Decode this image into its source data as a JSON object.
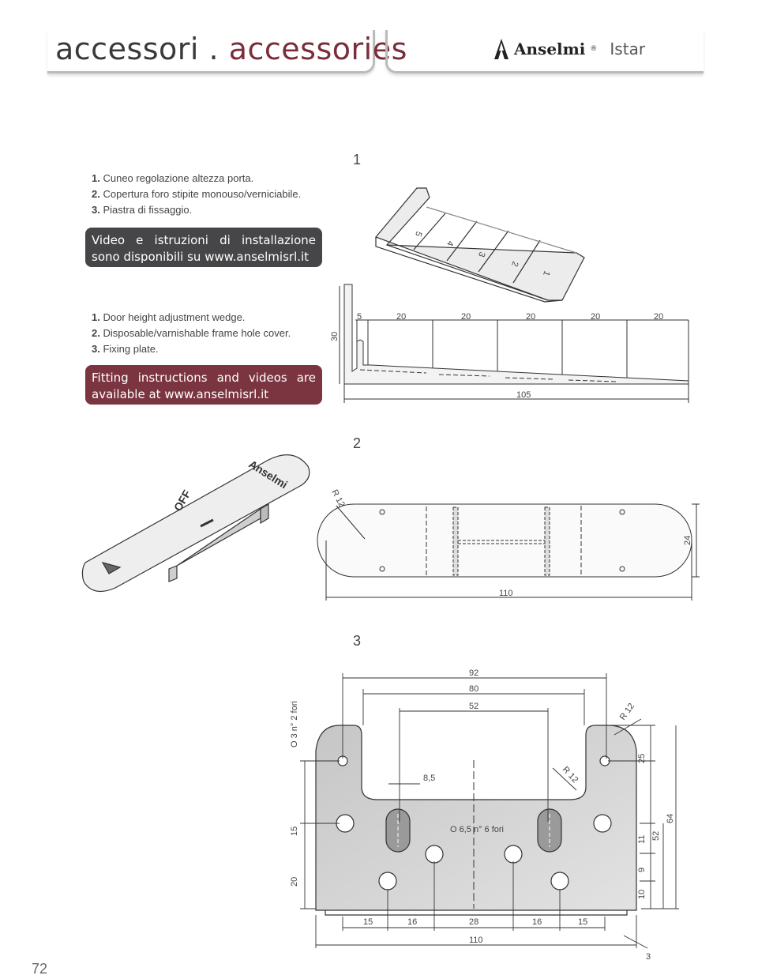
{
  "header": {
    "title_it": "accessori .",
    "title_en": "accessories",
    "brand_name": "Anselmi",
    "brand_reg": "®",
    "product": "Istar",
    "accent_color": "#7b2d3a"
  },
  "sections": {
    "s1": "1",
    "s2": "2",
    "s3": "3"
  },
  "italian": {
    "items": [
      {
        "num": "1.",
        "text": "Cuneo regolazione altezza porta."
      },
      {
        "num": "2.",
        "text": "Copertura foro stipite monouso/verniciabile."
      },
      {
        "num": "3.",
        "text": "Piastra di fissaggio."
      }
    ],
    "box_text": "Video e istruzioni di installazione sono disponibili su www.anselmisrl.it",
    "box_color": "#464648"
  },
  "english": {
    "items": [
      {
        "num": "1.",
        "text": "Door height adjustment wedge."
      },
      {
        "num": "2.",
        "text": "Disposable/varnishable frame hole cover."
      },
      {
        "num": "3.",
        "text": "Fixing plate."
      }
    ],
    "box_text": "Fitting instructions and videos are available at www.anselmisrl.it",
    "box_color": "#7b3540"
  },
  "drawing1": {
    "wedge_steps": [
      "5",
      "4",
      "3",
      "2",
      "1"
    ],
    "dims_top": [
      "5",
      "20",
      "20",
      "20",
      "20",
      "20"
    ],
    "height": "30",
    "length": "105"
  },
  "drawing2": {
    "logo_text": "Anselmi",
    "off_label": "OFF",
    "radius": "R 12",
    "height": "24",
    "length": "110"
  },
  "drawing3": {
    "w92": "92",
    "w80": "80",
    "w52": "52",
    "holes_small": "O  3  n° 2 fori",
    "r12_top": "R 12",
    "r12_inner": "R 12",
    "d25": "25",
    "d8_5": "8,5",
    "holes_big": "O  6,5 n° 6 fori",
    "d15": "15",
    "d20": "20",
    "d11": "11",
    "d52": "52",
    "d64": "64",
    "d9": "9",
    "d10": "10",
    "bottom_dims": [
      "15",
      "16",
      "28",
      "16",
      "15"
    ],
    "w110": "110",
    "thick": "3"
  },
  "page_number": "72"
}
